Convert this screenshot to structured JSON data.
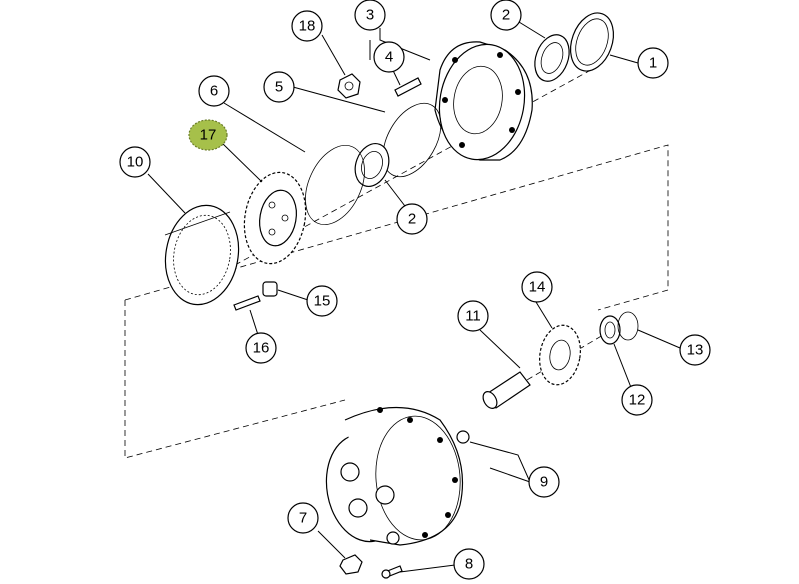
{
  "diagram": {
    "highlight_color": "#a6c04a",
    "callouts": [
      {
        "id": "c1",
        "label": "1"
      },
      {
        "id": "c2a",
        "label": "2"
      },
      {
        "id": "c2b",
        "label": "2"
      },
      {
        "id": "c3",
        "label": "3"
      },
      {
        "id": "c4",
        "label": "4"
      },
      {
        "id": "c5",
        "label": "5"
      },
      {
        "id": "c6",
        "label": "6"
      },
      {
        "id": "c7",
        "label": "7"
      },
      {
        "id": "c8",
        "label": "8"
      },
      {
        "id": "c9",
        "label": "9"
      },
      {
        "id": "c10",
        "label": "10"
      },
      {
        "id": "c11",
        "label": "11"
      },
      {
        "id": "c12",
        "label": "12"
      },
      {
        "id": "c13",
        "label": "13"
      },
      {
        "id": "c14",
        "label": "14"
      },
      {
        "id": "c15",
        "label": "15"
      },
      {
        "id": "c16",
        "label": "16"
      },
      {
        "id": "c17",
        "label": "17",
        "highlighted": true
      },
      {
        "id": "c18",
        "label": "18"
      }
    ]
  }
}
